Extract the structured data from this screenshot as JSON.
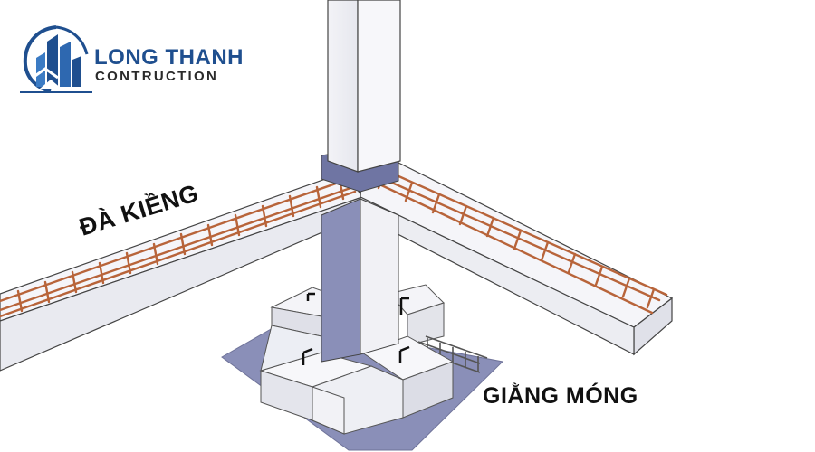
{
  "brand": {
    "name": "LONG THANH",
    "subtitle": "CONTRUCTION"
  },
  "labels": {
    "da_kieng": "ĐÀ KIỀNG",
    "giang_mong": "GIẰNG MÓNG"
  },
  "icons": {
    "logo": "building-skyline-logo-icon"
  },
  "colors": {
    "brand_blue": "#1f4f8f",
    "rebar": "#b8643a",
    "concrete": "#f6f6fa",
    "shadow": "#8d93b8"
  }
}
